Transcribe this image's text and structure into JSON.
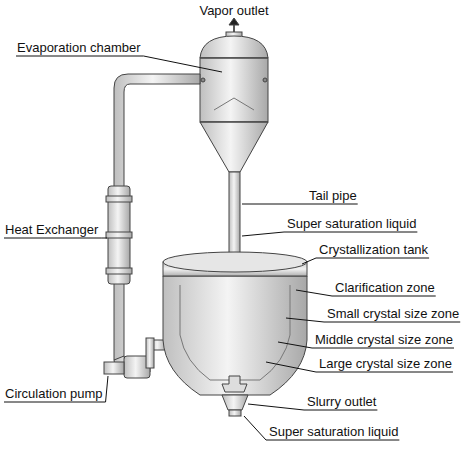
{
  "diagram": {
    "labels": [
      "Vapor outlet",
      "Evaporation chamber",
      "Tail pipe",
      "Super saturation liquid",
      "Heat Exchanger",
      "Crystallization tank",
      "Clarification zone",
      "Small crystal size zone",
      "Middle crystal size zone",
      "Large crystal size zone",
      "Circulation pump",
      "Slurry outlet",
      "Super saturation liquid"
    ]
  }
}
